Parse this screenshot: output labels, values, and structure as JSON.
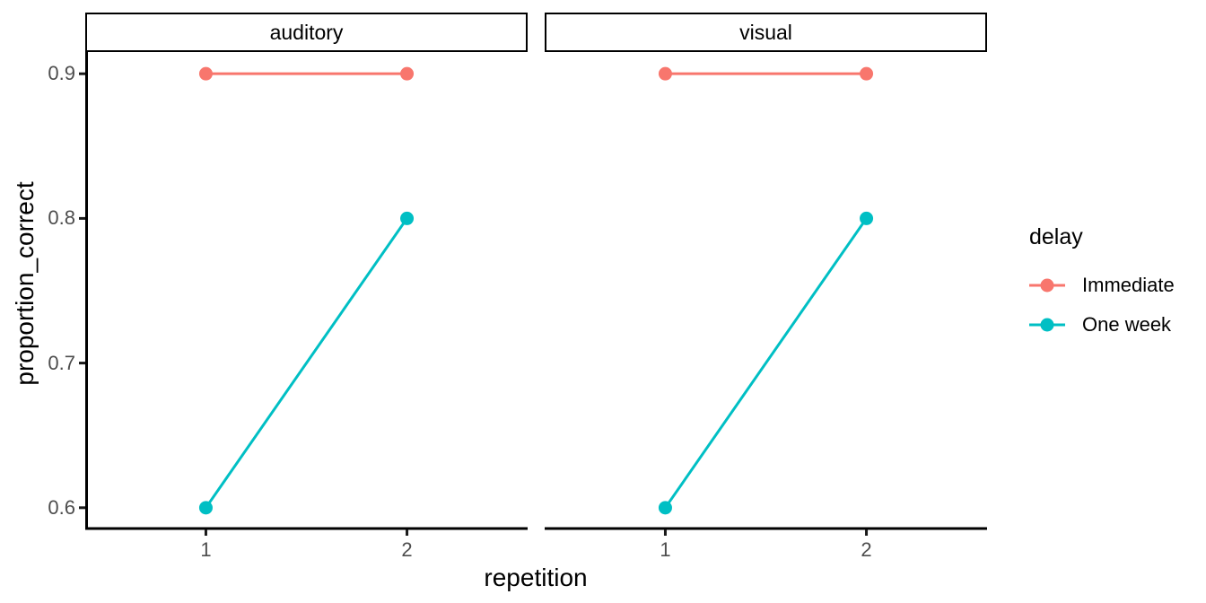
{
  "chart_data": {
    "type": "line",
    "title": "",
    "xlabel": "repetition",
    "ylabel": "proportion_correct",
    "x_ticks": [
      "1",
      "2"
    ],
    "x_tick_values": [
      1,
      2
    ],
    "y_ticks": [
      "0.9",
      "0.8",
      "0.7",
      "0.6"
    ],
    "y_tick_values": [
      0.9,
      0.8,
      0.7,
      0.6
    ],
    "x_domain": [
      0.4,
      2.6
    ],
    "y_domain": [
      0.585,
      0.915
    ],
    "grid": "off",
    "background": "#FFFFFF",
    "axis_colors": {
      "line": "#000000",
      "tick": "#1A1A1A",
      "tick_label": "#4D4D4D",
      "title": "#000000"
    },
    "legend": {
      "title": "delay",
      "position": "right",
      "entries": [
        {
          "label": "Immediate",
          "color": "#F8766D"
        },
        {
          "label": "One week",
          "color": "#00BFC4"
        }
      ]
    },
    "facets": [
      {
        "label": "auditory",
        "series": [
          {
            "name": "Immediate",
            "color": "#F8766D",
            "x": [
              1,
              2
            ],
            "y": [
              0.9,
              0.9
            ]
          },
          {
            "name": "One week",
            "color": "#00BFC4",
            "x": [
              1,
              2
            ],
            "y": [
              0.6,
              0.8
            ]
          }
        ]
      },
      {
        "label": "visual",
        "series": [
          {
            "name": "Immediate",
            "color": "#F8766D",
            "x": [
              1,
              2
            ],
            "y": [
              0.9,
              0.9
            ]
          },
          {
            "name": "One week",
            "color": "#00BFC4",
            "x": [
              1,
              2
            ],
            "y": [
              0.6,
              0.8
            ]
          }
        ]
      }
    ]
  }
}
